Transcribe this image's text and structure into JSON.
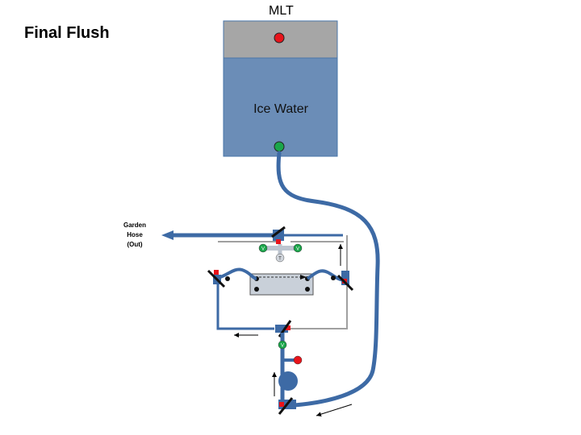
{
  "title": "Final Flush",
  "vessel": {
    "label": "MLT",
    "contents_label": "Ice Water"
  },
  "outlet": {
    "label_lines": [
      "Garden",
      "Hose",
      "(Out)"
    ]
  },
  "valve_labels": {
    "v": "V",
    "t": "T"
  },
  "colors": {
    "hose": "#3d6aa5",
    "vessel_top": "#a6a6a6",
    "vessel_water": "#6b8db7",
    "valve_open": "#1aa64a",
    "valve_closed": "#e8141b",
    "frame_line": "#a0a0a0",
    "chiller": "#c9d0d9"
  }
}
